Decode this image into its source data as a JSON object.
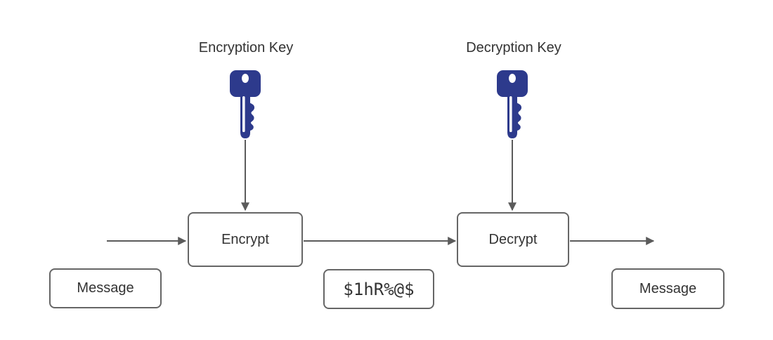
{
  "diagram": {
    "key_labels": {
      "encryption": "Encryption Key",
      "decryption": "Decryption Key"
    },
    "process_boxes": {
      "encrypt": "Encrypt",
      "decrypt": "Decrypt"
    },
    "data_boxes": {
      "plaintext_in": "Message",
      "ciphertext": "$1hR%@$",
      "plaintext_out": "Message"
    },
    "icons": {
      "encryption_key": "key-icon",
      "decryption_key": "key-icon"
    }
  },
  "colors": {
    "key_fill": "#2d3a8c",
    "key_hole": "#ffffff",
    "arrow": "#5b5b5b",
    "box_border": "#666666",
    "text": "#333333",
    "canvas_bg": "#ffffff"
  }
}
